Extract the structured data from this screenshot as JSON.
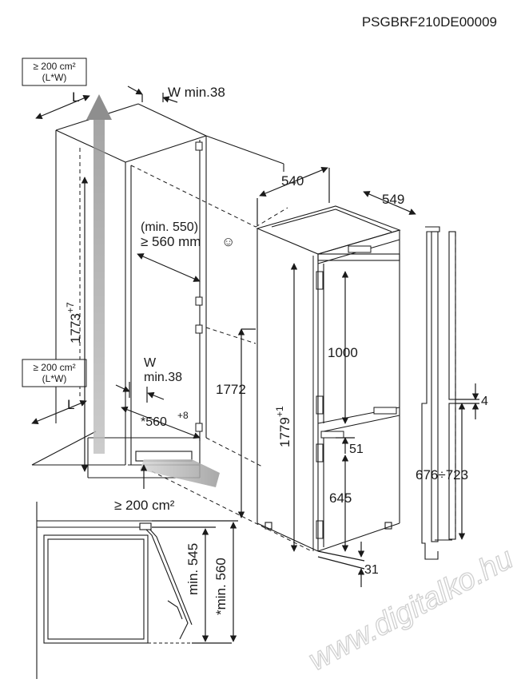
{
  "document_code": "PSGBRF210DE00009",
  "ventilation_top": {
    "line1": "≥ 200 cm²",
    "line2": "(L*W)"
  },
  "ventilation_bottom_box": {
    "line1": "≥ 200 cm²",
    "line2": "(L*W)"
  },
  "ventilation_floor": "≥ 200 cm²",
  "label_L_top": "L",
  "label_L_bottom": "L",
  "label_w_min_top": "W min.38",
  "label_w_bottom": "W",
  "label_min38_bottom": "min.38",
  "door_clearance_min": "(min. 550)",
  "door_clearance": "≥ 560 mm",
  "smiley": "☺",
  "niche_height": "1773",
  "niche_height_tol": "+7",
  "niche_depth": "*560",
  "niche_depth_tol": "+8",
  "appliance_width": "540",
  "appliance_depth": "549",
  "appliance_height": "1772",
  "appliance_height_total": "1779",
  "appliance_height_total_tol": "+1",
  "fridge_section": "1000",
  "freezer_section": "645",
  "gap_51": "51",
  "bottom_31": "31",
  "door_gap_4": "4",
  "door_range": "676÷723",
  "side_min_545": "min. 545",
  "side_min_560": "*min. 560",
  "watermark": "www.digitalko.hu"
}
